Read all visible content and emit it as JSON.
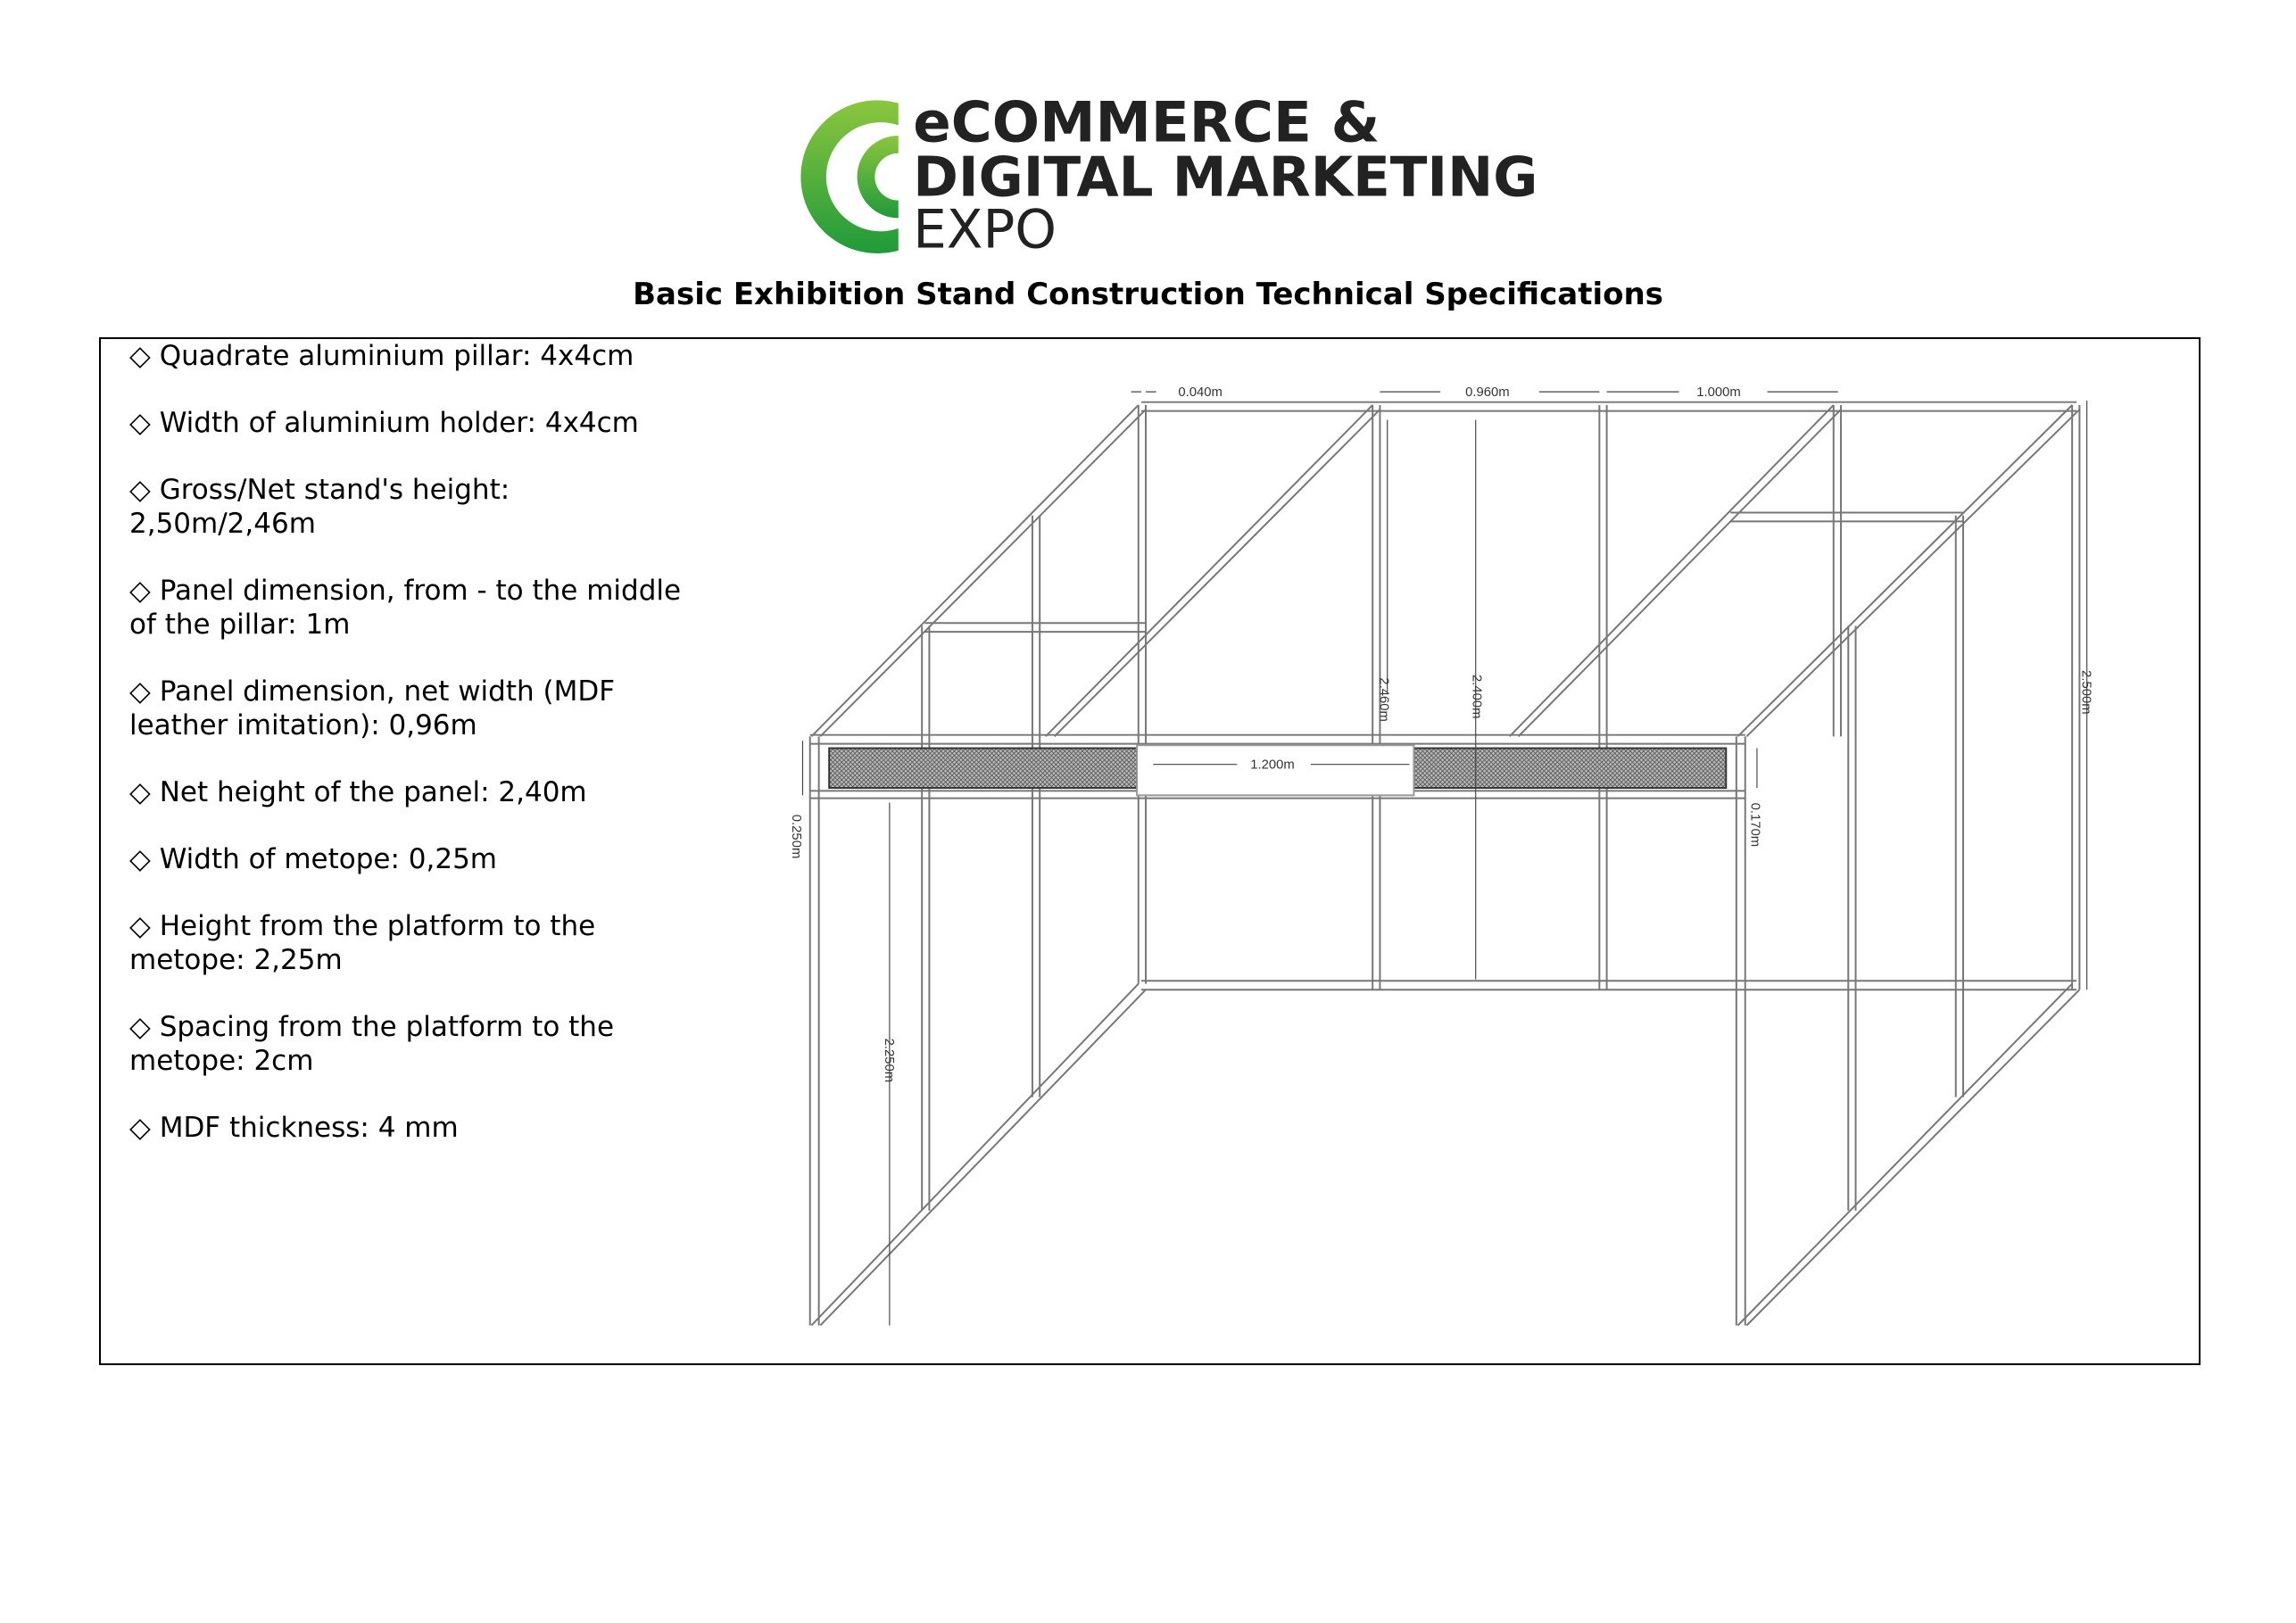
{
  "logo": {
    "line1": "eCOMMERCE &",
    "line2": "DIGITAL MARKETING",
    "line3": "EXPO",
    "colors": {
      "green_light": "#8cc63f",
      "green_dark": "#1f9a3a"
    }
  },
  "title": "Basic Exhibition Stand Construction Technical Specifications",
  "specs": [
    "◇ Quadrate aluminium pillar: 4x4cm",
    "◇ Width of aluminium holder: 4x4cm",
    "◇ Gross/Net stand's height: 2,50m/2,46m",
    "◇ Panel dimension, from - to the middle of the pillar: 1m",
    "◇ Panel dimension, net width (MDF leather imitation): 0,96m",
    "◇ Net height of the panel: 2,40m",
    "◇ Width of metope: 0,25m",
    "◇ Height from the platform to the metope: 2,25m",
    "◇ Spacing from the platform to the metope: 2cm",
    "◇ MDF thickness: 4 mm"
  ],
  "dimensions": {
    "pillar_gap": "0.040m",
    "net_width": "0.960m",
    "panel_width": "1.000m",
    "net_stand_height": "2.460m",
    "panel_height": "2.400m",
    "gross_height": "2.500m",
    "fascia_label_width": "1.200m",
    "metope_width": "0.250m",
    "fascia_panel_height": "0.170m",
    "metope_clearance": "2.250m"
  }
}
